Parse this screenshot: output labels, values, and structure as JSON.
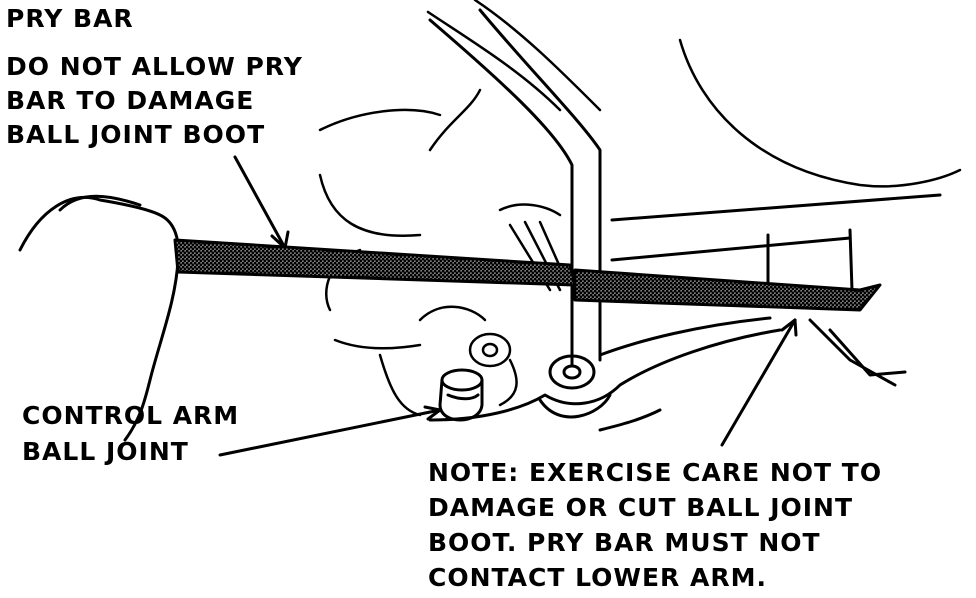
{
  "labels": {
    "pry_bar": "PRY BAR",
    "caution_lines": [
      "DO NOT ALLOW PRY",
      "BAR TO DAMAGE",
      "BALL JOINT BOOT"
    ],
    "ball_joint_lines": [
      "CONTROL ARM",
      "BALL JOINT"
    ],
    "note_lines": [
      "NOTE: EXERCISE CARE NOT TO",
      "DAMAGE OR CUT BALL JOINT",
      "BOOT. PRY BAR MUST NOT",
      "CONTACT LOWER ARM."
    ]
  },
  "colors": {
    "ink": "#000000",
    "paper": "#ffffff",
    "bar_fill": "#8a8a8a"
  }
}
